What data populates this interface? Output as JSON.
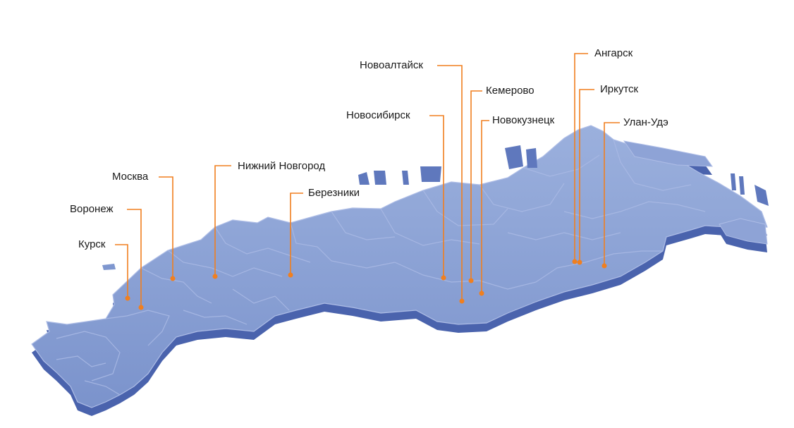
{
  "map": {
    "accent_color": "#f07f1f",
    "land_color": "#7f97cf",
    "cities": [
      {
        "id": "kursk",
        "name": "Курск"
      },
      {
        "id": "voronezh",
        "name": "Воронеж"
      },
      {
        "id": "moskva",
        "name": "Москва"
      },
      {
        "id": "nizhny",
        "name": "Нижний Новгород"
      },
      {
        "id": "berezniki",
        "name": "Березники"
      },
      {
        "id": "novosibirsk",
        "name": "Новосибирск"
      },
      {
        "id": "novoaltaisk",
        "name": "Новоалтайск"
      },
      {
        "id": "kemerovo",
        "name": "Кемерово"
      },
      {
        "id": "novokuznetsk",
        "name": "Новокузнецк"
      },
      {
        "id": "angarsk",
        "name": "Ангарск"
      },
      {
        "id": "irkutsk",
        "name": "Иркутск"
      },
      {
        "id": "ulanude",
        "name": "Улан-Удэ"
      }
    ]
  }
}
